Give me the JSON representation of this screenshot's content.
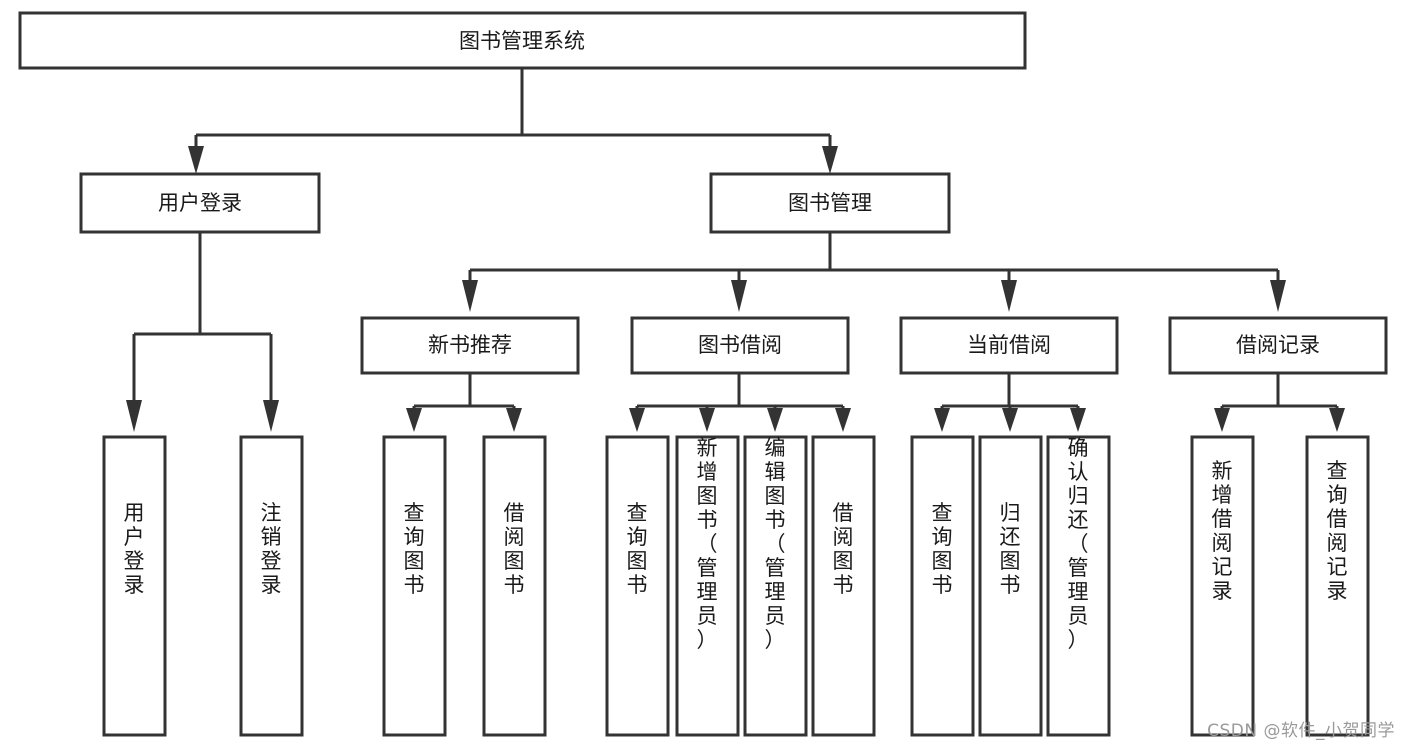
{
  "diagram": {
    "title": "图书管理系统",
    "type": "tree-hierarchy",
    "orientation": "top-down",
    "colors": {
      "box_stroke": "#333333",
      "box_fill": "#ffffff",
      "text": "#1a1a1a",
      "background": "#ffffff",
      "watermark": "#9a9a9a"
    },
    "nodes": {
      "root": {
        "label": "图书管理系统",
        "level": 0,
        "orientation": "horizontal"
      },
      "l1": [
        {
          "id": "user-login",
          "label": "用户登录",
          "level": 1,
          "orientation": "horizontal"
        },
        {
          "id": "book-manage",
          "label": "图书管理",
          "level": 1,
          "orientation": "horizontal"
        }
      ],
      "l2": [
        {
          "id": "new-book-recommend",
          "label": "新书推荐",
          "level": 2,
          "orientation": "horizontal",
          "parent": "book-manage"
        },
        {
          "id": "book-borrow",
          "label": "图书借阅",
          "level": 2,
          "orientation": "horizontal",
          "parent": "book-manage"
        },
        {
          "id": "current-borrow",
          "label": "当前借阅",
          "level": 2,
          "orientation": "horizontal",
          "parent": "book-manage"
        },
        {
          "id": "borrow-record",
          "label": "借阅记录",
          "level": 2,
          "orientation": "horizontal",
          "parent": "book-manage"
        }
      ],
      "leaves": [
        {
          "id": "leaf-user-login",
          "label": "用户登录",
          "parent": "user-login",
          "orientation": "vertical"
        },
        {
          "id": "leaf-logout-login",
          "label": "注销登录",
          "parent": "user-login",
          "orientation": "vertical"
        },
        {
          "id": "leaf-query-book-1",
          "label": "查询图书",
          "parent": "new-book-recommend",
          "orientation": "vertical"
        },
        {
          "id": "leaf-borrow-book-1",
          "label": "借阅图书",
          "parent": "new-book-recommend",
          "orientation": "vertical"
        },
        {
          "id": "leaf-query-book-2",
          "label": "查询图书",
          "parent": "book-borrow",
          "orientation": "vertical"
        },
        {
          "id": "leaf-add-book",
          "label": "新增图书（管理员）",
          "parent": "book-borrow",
          "orientation": "vertical"
        },
        {
          "id": "leaf-edit-book",
          "label": "编辑图书（管理员）",
          "parent": "book-borrow",
          "orientation": "vertical"
        },
        {
          "id": "leaf-borrow-book-2",
          "label": "借阅图书",
          "parent": "book-borrow",
          "orientation": "vertical"
        },
        {
          "id": "leaf-query-book-3",
          "label": "查询图书",
          "parent": "current-borrow",
          "orientation": "vertical"
        },
        {
          "id": "leaf-return-book",
          "label": "归还图书",
          "parent": "current-borrow",
          "orientation": "vertical"
        },
        {
          "id": "leaf-confirm-return",
          "label": "确认归还（管理员）",
          "parent": "current-borrow",
          "orientation": "vertical"
        },
        {
          "id": "leaf-add-record",
          "label": "新增借阅记录",
          "parent": "borrow-record",
          "orientation": "vertical"
        },
        {
          "id": "leaf-query-record",
          "label": "查询借阅记录",
          "parent": "borrow-record",
          "orientation": "vertical"
        }
      ]
    }
  },
  "watermark": {
    "text": "CSDN @软件_小贺同学"
  }
}
